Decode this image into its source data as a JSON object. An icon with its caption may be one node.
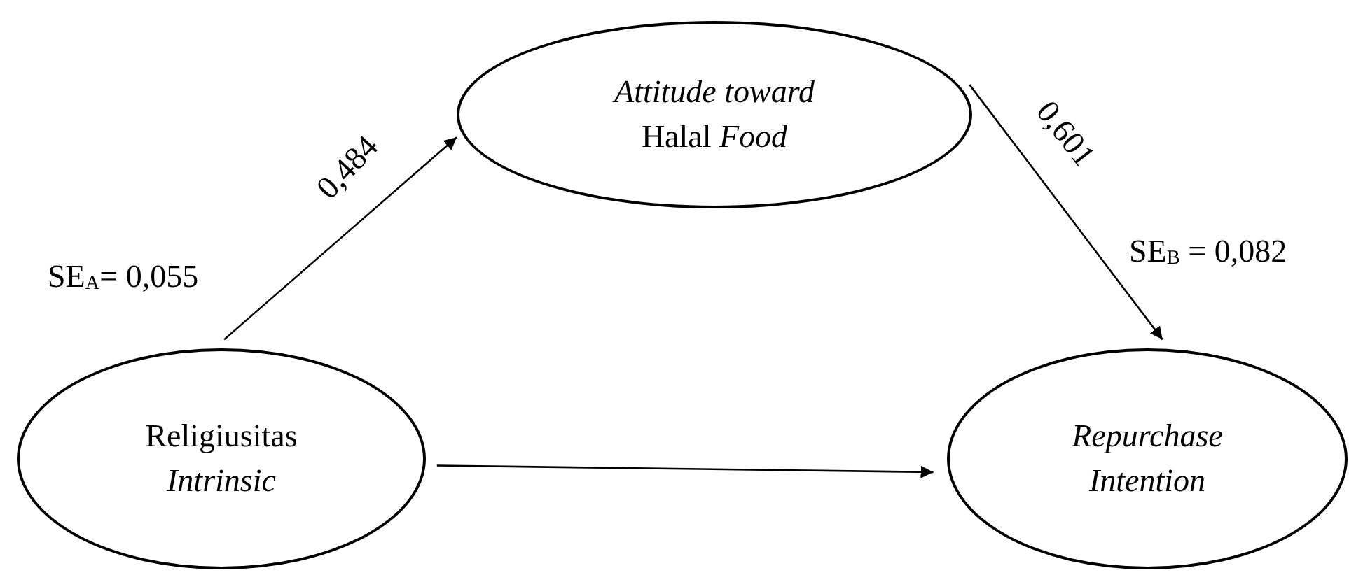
{
  "diagram": {
    "nodes": [
      {
        "text": [
          "*Attitude toward* Halal *Food*"
        ]
      },
      {
        "text": [
          "Religiusitas *Intrinsic*"
        ]
      },
      {
        "text": [
          "*Repurchase Intention*"
        ]
      }
    ],
    "edges": [
      {
        "from": 1,
        "to": 0,
        "arrow": "to",
        "label": "0,484"
      },
      {
        "from": 0,
        "to": 2,
        "arrow": "to",
        "label": "0,601"
      },
      {
        "from": 1,
        "to": 2,
        "arrow": "to"
      }
    ],
    "labels": [
      "SE$_{A}$= 0,055",
      "SE$_{B}$ = 0,082"
    ]
  }
}
